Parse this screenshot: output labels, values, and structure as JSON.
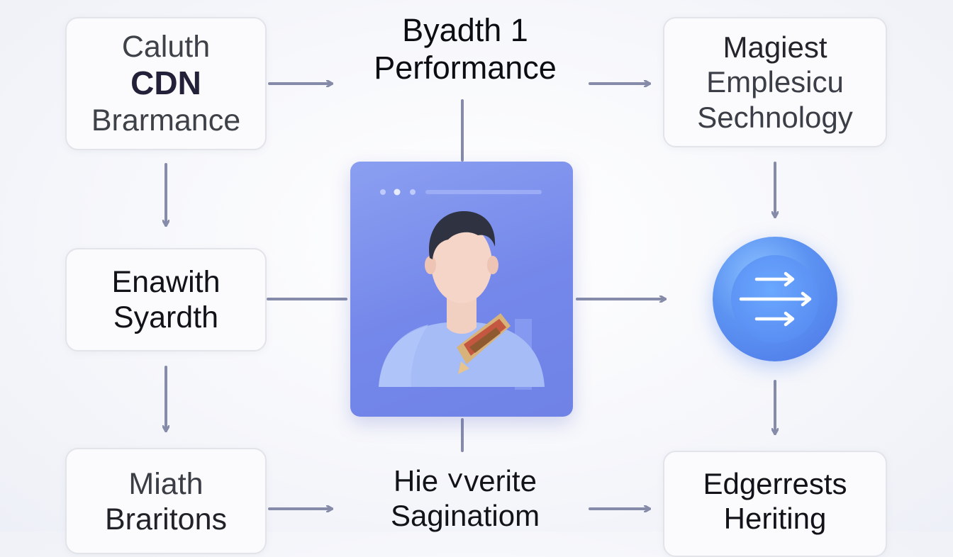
{
  "nodes": {
    "top_left": {
      "line1": "Caluth",
      "line2": "CDN",
      "line3": "Brarmance"
    },
    "top_center": {
      "line1": "Byadth 1",
      "line2": "Performance"
    },
    "top_right": {
      "line1": "Magiest",
      "line2": "Emplesicu",
      "line3": "Sechnology"
    },
    "middle_left": {
      "line1": "Enawith",
      "line2": "Syardth"
    },
    "bottom_left": {
      "line1": "Miath",
      "line2": "Braritons"
    },
    "bottom_center": {
      "line1": "Hie ˅verite",
      "line2": "Saginatiom"
    },
    "bottom_right": {
      "line1": "Edgerrests",
      "line2": "Heriting"
    }
  },
  "icons": {
    "center": "user-profile-window-icon",
    "right": "transfer-arrows-icon"
  },
  "colors": {
    "connector": "#858ba8",
    "window_blue": "#7487ea",
    "badge_blue": "#5c93f2",
    "card_border": "#e3e4ea"
  }
}
